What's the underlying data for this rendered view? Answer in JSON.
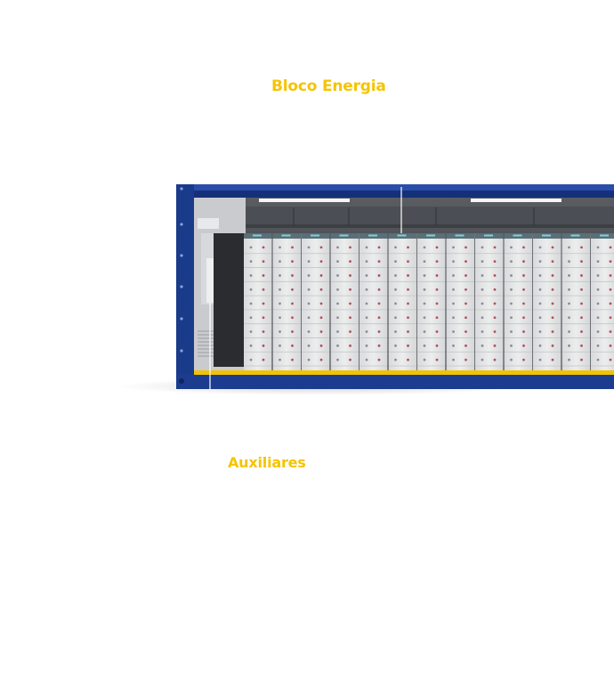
{
  "labels": {
    "bloco_energia": "Bloco Energia",
    "auxiliares": "Auxiliares"
  },
  "colors": {
    "label_yellow": "#f5c400",
    "container_blue": "#1b3c8f",
    "floor_yellow": "#f2c200",
    "rack_gray": "#e4e5e7",
    "interior_dark": "#3a3d42"
  },
  "diagram": {
    "rack_columns": 13,
    "rack_rows": 9
  }
}
